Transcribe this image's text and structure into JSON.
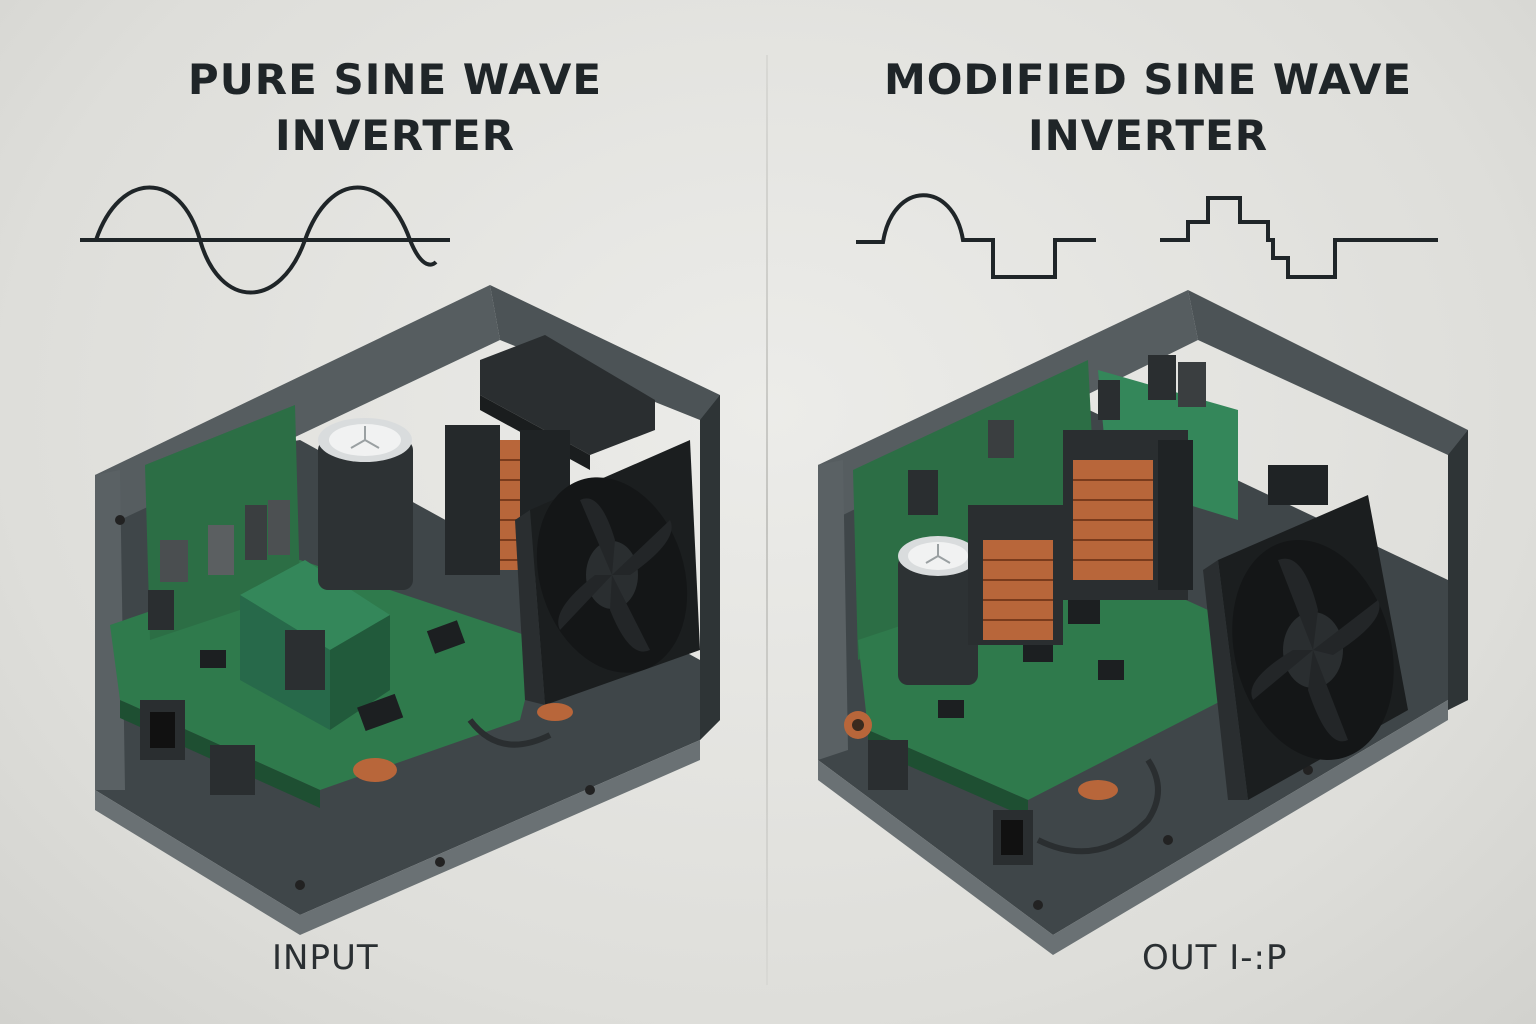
{
  "pure": {
    "title_line1": "PURE SINE WAVE",
    "title_line2": "INVERTER",
    "label": "INPUT",
    "waveform": "sine"
  },
  "modified": {
    "title_line1": "MODIFIED SINE WAVE",
    "title_line2": "INVERTER",
    "label": "OUT I-:P",
    "waveform": "modified-sine-stepped"
  },
  "colors": {
    "background": "#e3e3e0",
    "text": "#1f2528",
    "pcb": "#2f7a4c",
    "casing": "#4a5154",
    "copper": "#b8663a"
  }
}
